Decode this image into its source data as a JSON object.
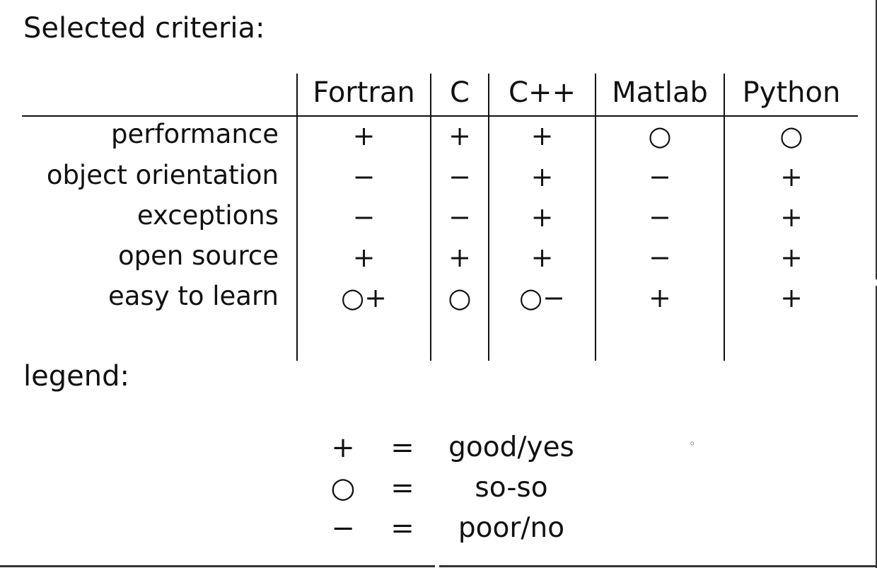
{
  "title": "Selected criteria:",
  "table": {
    "columns": [
      "Fortran",
      "C",
      "C++",
      "Matlab",
      "Python"
    ],
    "rows": [
      {
        "label": "performance",
        "cells": [
          "+",
          "+",
          "+",
          "○",
          "○"
        ]
      },
      {
        "label": "object orientation",
        "cells": [
          "−",
          "−",
          "+",
          "−",
          "+"
        ]
      },
      {
        "label": "exceptions",
        "cells": [
          "−",
          "−",
          "+",
          "−",
          "+"
        ]
      },
      {
        "label": "open source",
        "cells": [
          "+",
          "+",
          "+",
          "−",
          "+"
        ]
      },
      {
        "label": "easy to learn",
        "cells": [
          "○+",
          "○",
          "○−",
          "+",
          "+"
        ]
      }
    ]
  },
  "legend": {
    "title": "legend:",
    "entries": [
      {
        "symbol": "+",
        "equals": "=",
        "meaning": "good/yes"
      },
      {
        "symbol": "○",
        "equals": "=",
        "meaning": "so-so"
      },
      {
        "symbol": "−",
        "equals": "=",
        "meaning": "poor/no"
      }
    ],
    "stray_mark": "◦"
  }
}
